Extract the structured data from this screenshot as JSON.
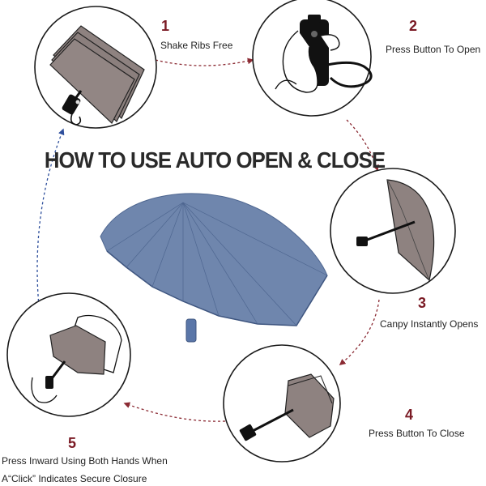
{
  "title": "HOW TO USE AUTO OPEN & CLOSE",
  "steps": [
    {
      "number": "1",
      "label": "Shake Ribs Free"
    },
    {
      "number": "2",
      "label": "Press Button To Open"
    },
    {
      "number": "3",
      "label": "Canpy Instantly Opens"
    },
    {
      "number": "4",
      "label": "Press Button To Close"
    },
    {
      "number": "5",
      "label_line1": "Press Inward Using Both Hands When",
      "label_line2": "A“Click” Indicates Secure Closure"
    }
  ],
  "colors": {
    "number": "#7a1a24",
    "arrow_red": "#8b2a33",
    "arrow_blue": "#2e4f9c",
    "canopy_blue": "#6f86ad",
    "canopy_gray": "#8e8280",
    "circle_stroke": "#1a1a1a"
  }
}
